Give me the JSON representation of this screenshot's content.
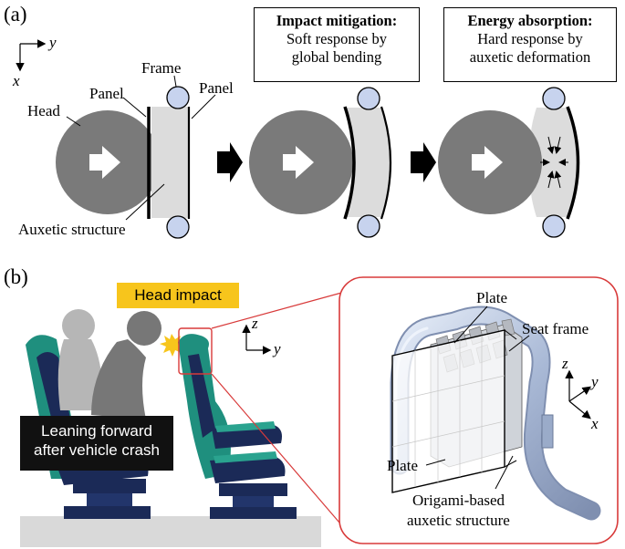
{
  "panel_a": {
    "label": "(a)",
    "axis_y": "y",
    "axis_x": "x",
    "frame_label": "Frame",
    "panel_label_left": "Panel",
    "panel_label_right": "Panel",
    "head_label": "Head",
    "auxetic_label": "Auxetic structure",
    "box1": {
      "title": "Impact mitigation:",
      "line1": "Soft response by",
      "line2": "global bending"
    },
    "box2": {
      "title": "Energy absorption:",
      "line1": "Hard response by",
      "line2": "auxetic deformation"
    }
  },
  "panel_b": {
    "label": "(b)",
    "head_impact": "Head impact",
    "lean_line1": "Leaning forward",
    "lean_line2": "after vehicle crash",
    "axis_z": "z",
    "axis_y": "y",
    "inset": {
      "plate_top": "Plate",
      "seat_frame": "Seat frame",
      "plate_bottom": "Plate",
      "origami_line1": "Origami-based",
      "origami_line2": "auxetic structure",
      "axis_z": "z",
      "axis_y": "y",
      "axis_x": "x"
    }
  },
  "colors": {
    "head_gray": "#7a7a7a",
    "auxetic_fill": "#dcdcdc",
    "frame_circle": "#c7d3ee",
    "seat_teal": "#1f8f7e",
    "seat_navy": "#1b2a57",
    "callout_red": "#d83a3a",
    "head_impact_bg": "#f7c51c"
  }
}
